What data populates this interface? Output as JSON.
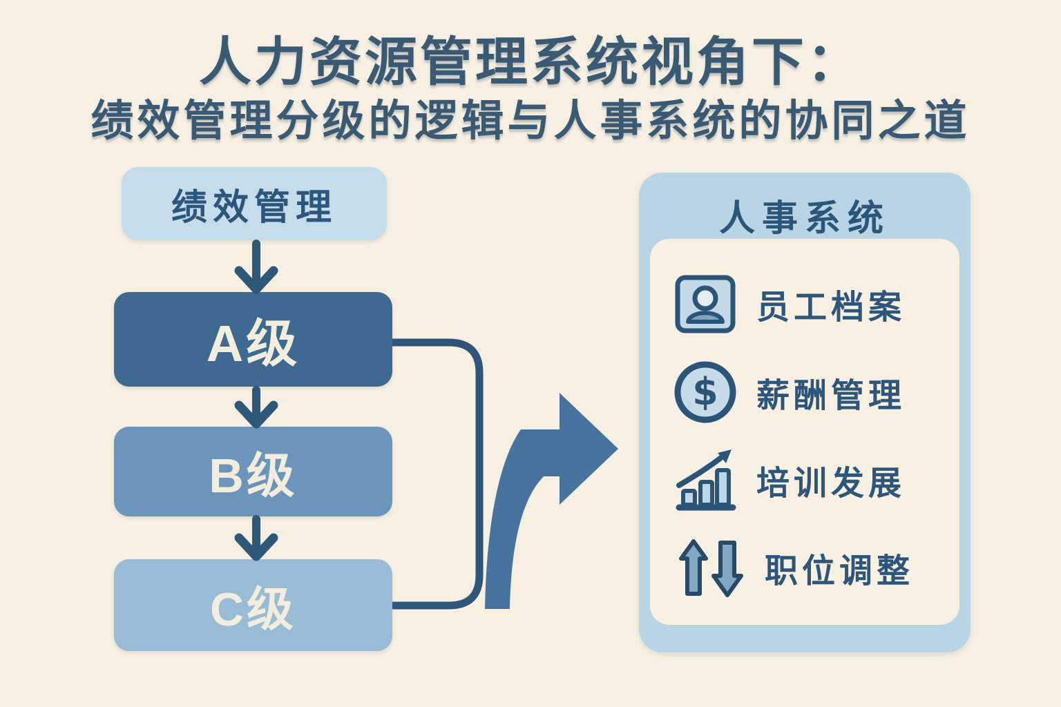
{
  "title": {
    "line1": "人力资源管理系统视角下：",
    "line2": "绩效管理分级的逻辑与人事系统的协同之道"
  },
  "flow": {
    "header": "绩效管理",
    "levels": [
      {
        "label": "A级"
      },
      {
        "label": "B级"
      },
      {
        "label": "C级"
      }
    ]
  },
  "panel": {
    "title": "人事系统",
    "items": [
      {
        "icon": "id-card-icon",
        "label": "员工档案"
      },
      {
        "icon": "dollar-circle-icon",
        "label": "薪酬管理"
      },
      {
        "icon": "growth-chart-icon",
        "label": "培训发展"
      },
      {
        "icon": "up-down-arrows-icon",
        "label": "职位调整"
      }
    ],
    "dollar_glyph": "$"
  },
  "colors": {
    "background": "#f7f0e2",
    "title_text": "#3a5a74",
    "flow_header_bg": "#c5dcea",
    "level_a_bg": "#3e6990",
    "level_b_bg": "#6b95ba",
    "level_c_bg": "#98bcd5",
    "box_text_light": "#f3edde",
    "connector_line": "#2d567a",
    "merge_arrow": "#47739f",
    "panel_bg": "#b9d5e5",
    "panel_inner_bg": "#f8f1e3",
    "icon_stroke": "#2b5578",
    "icon_fill_light": "#c3d9e7",
    "icon_fill_medium": "#7ca3c0"
  }
}
